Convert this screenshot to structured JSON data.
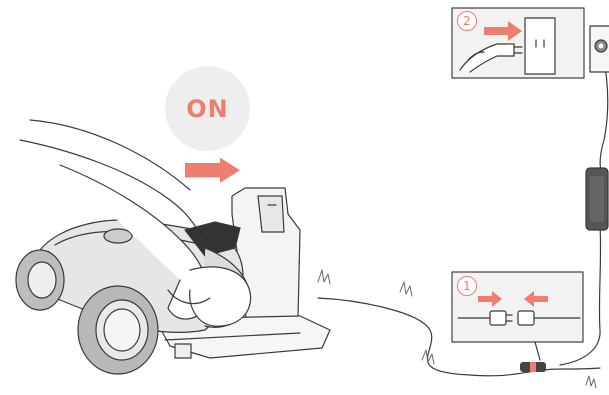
{
  "power_switch": {
    "state_label": "ON"
  },
  "steps": [
    {
      "number": "2",
      "action": "plug-adapter-into-wall-outlet"
    },
    {
      "number": "1",
      "action": "connect-cable-connectors"
    }
  ],
  "colors": {
    "accent": "#ee7e6e",
    "line": "#3a3a3a",
    "light_fill": "#eeeeee",
    "panel_fill": "#f2f2f2"
  },
  "icons": [
    "direction-arrow-icon",
    "grass-tuft-icon",
    "plug-icon",
    "wall-socket-icon",
    "power-adapter-icon",
    "cable-connector-icon"
  ]
}
